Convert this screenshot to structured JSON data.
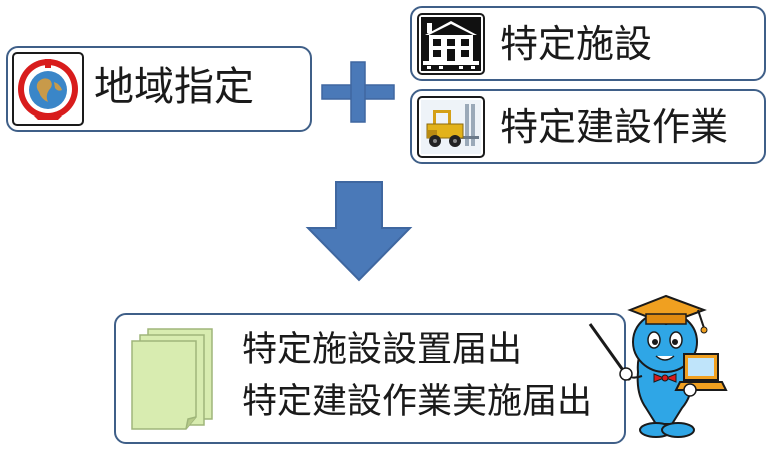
{
  "region": {
    "label": "地域指定",
    "icon": "globe-icon"
  },
  "facility": {
    "label": "特定施設",
    "icon": "house-icon"
  },
  "construction": {
    "label": "特定建設作業",
    "icon": "forklift-icon"
  },
  "connectors": {
    "plus_icon": "plus-icon",
    "arrow_icon": "down-arrow-icon"
  },
  "result": {
    "line1": "特定施設設置届出",
    "line2": "特定建設作業実施届出",
    "icon": "documents-icon"
  },
  "mascot": {
    "icon": "mascot-teacher-icon"
  },
  "colors": {
    "border": "#3f5f88",
    "connector": "#4a79b8",
    "paper": "#d8ecb0",
    "mascot": "#2fa6e6"
  }
}
